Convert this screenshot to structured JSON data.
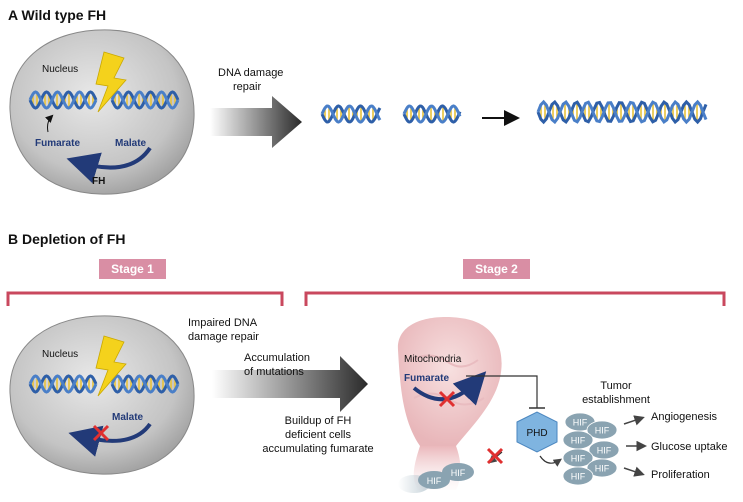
{
  "panel_a": {
    "title": "A Wild type FH",
    "nucleus_label": "Nucleus",
    "fumarate_label": "Fumarate",
    "malate_label": "Malate",
    "enzyme_label": "FH",
    "arrow_label_1": "DNA damage",
    "arrow_label_2": "repair"
  },
  "panel_b": {
    "title": "B Depletion of FH",
    "stage1_label": "Stage 1",
    "stage2_label": "Stage 2",
    "nucleus_label": "Nucleus",
    "malate_label": "Malate",
    "impaired_1": "Impaired DNA",
    "impaired_2": "damage repair",
    "accum_1": "Accumulation",
    "accum_2": "of mutations",
    "buildup_1": "Buildup of FH",
    "buildup_2": "deficient cells",
    "buildup_3": "accumulating fumarate",
    "mito_label": "Mitochondria",
    "mito_fumarate": "Fumarate",
    "phd_label": "PHD",
    "hif_label": "HIF",
    "tumor_1": "Tumor",
    "tumor_2": "establishment",
    "outcomes": [
      "Angiogenesis",
      "Glucose uptake",
      "Proliferation"
    ]
  },
  "colors": {
    "stage_badge": "#d98ea4",
    "stage_bracket": "#c9485e",
    "dna_blue": "#2e5fa8",
    "dna_yellow": "#e8c23a",
    "pathway_arrow": "#223a78",
    "inhibit_x": "#e03030",
    "hif_fill": "#8aa3b1",
    "phd_fill": "#7fb4e0"
  }
}
